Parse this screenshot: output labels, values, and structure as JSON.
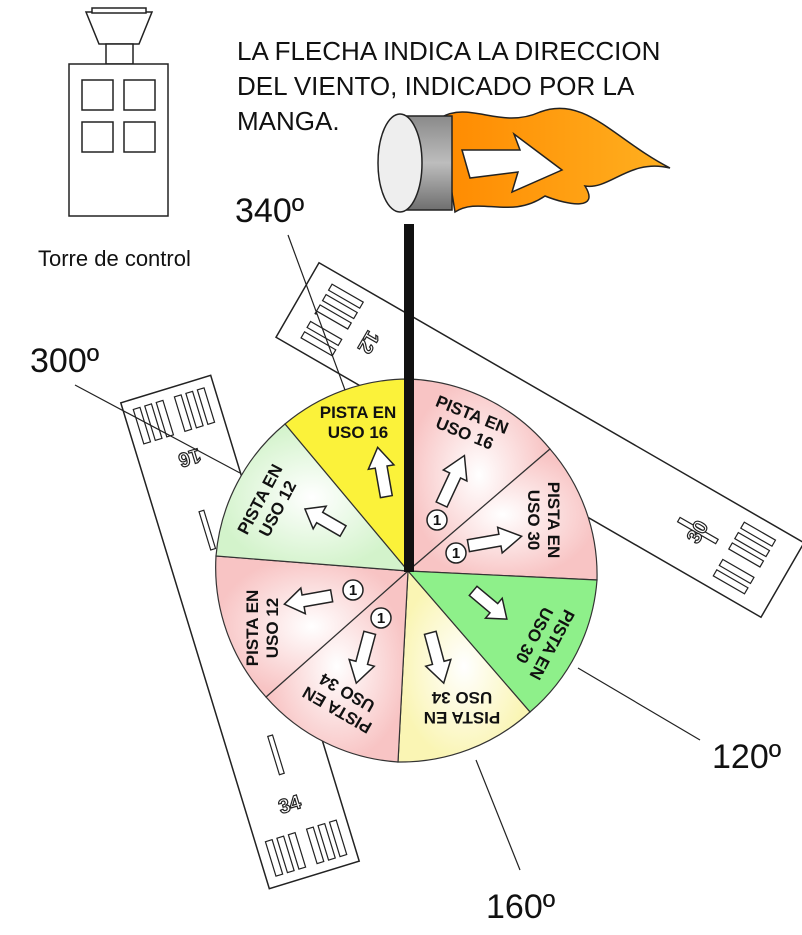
{
  "note": {
    "line1": "LA FLECHA INDICA LA DIRECCION",
    "line2": "DEL VIENTO, INDICADO POR LA",
    "line3": "MANGA."
  },
  "tower": {
    "label": "Torre de control"
  },
  "degrees": {
    "d340": "340º",
    "d300": "300º",
    "d120": "120º",
    "d160": "160º"
  },
  "sectors": {
    "s16a": {
      "l1": "PISTA EN",
      "l2": "USO 16"
    },
    "s16b": {
      "l1": "PISTA EN",
      "l2": "USO 16"
    },
    "s30a": {
      "l1": "PISTA EN",
      "l2": "USO 30"
    },
    "s30b": {
      "l1": "PISTA EN",
      "l2": "USO 30"
    },
    "s34a": {
      "l1": "PISTA EN",
      "l2": "USO 34"
    },
    "s34b": {
      "l1": "PISTA EN",
      "l2": "USO 34"
    },
    "s12a": {
      "l1": "PISTA EN",
      "l2": "USO 12"
    },
    "s12b": {
      "l1": "PISTA EN",
      "l2": "USO 12"
    }
  },
  "preference_marks": [
    "1",
    "1",
    "1",
    "1"
  ],
  "runways": {
    "r16": "16",
    "r34": "34",
    "r12": "12",
    "r30": "30"
  },
  "colors": {
    "yellow": "#fbf23a",
    "light_pink": "#f8c9c9",
    "light_green": "#d8f5d0",
    "green": "#8ef08a",
    "light_yellow": "#fbf7bd",
    "sock_orange": "#ff9a0a",
    "pole": "#111111"
  }
}
